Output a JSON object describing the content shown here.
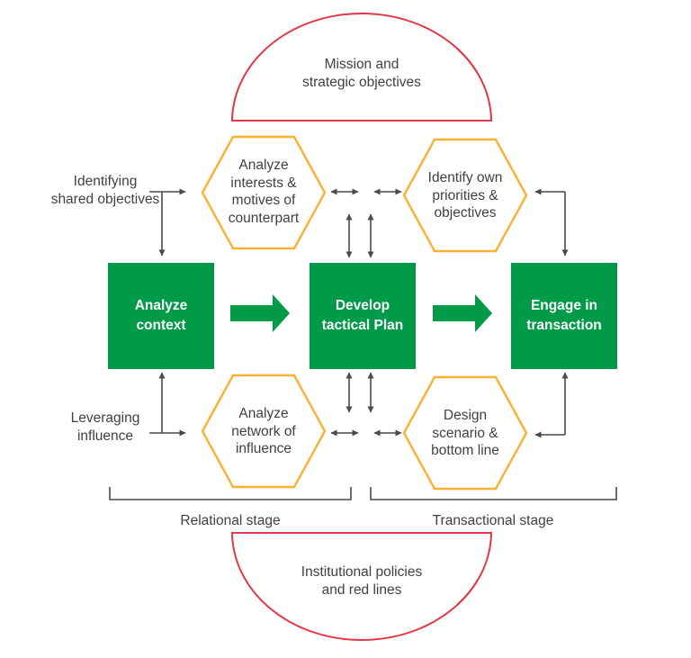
{
  "colors": {
    "green": "#009a49",
    "yellow": "#f8b133",
    "red": "#e23747",
    "ink": "#414042",
    "arrow": "#4a4a4b"
  },
  "domes": {
    "top": "Mission and\nstrategic objectives",
    "bottom": "Institutional policies\nand red lines"
  },
  "boxes": {
    "analyze": "Analyze\ncontext",
    "develop": "Develop\ntactical Plan",
    "engage": "Engage in\ntransaction"
  },
  "hexagons": {
    "interests": "Analyze\ninterests &\nmotives of\ncounterpart",
    "priorities": "Identify own\npriorities &\nobjectives",
    "network": "Analyze\nnetwork of\ninfluence",
    "scenario": "Design\nscenario &\nbottom line"
  },
  "side_labels": {
    "top": "Identifying\nshared objectives",
    "bottom": "Leveraging\ninfluence"
  },
  "stages": {
    "left": "Relational stage",
    "right": "Transactional stage"
  }
}
